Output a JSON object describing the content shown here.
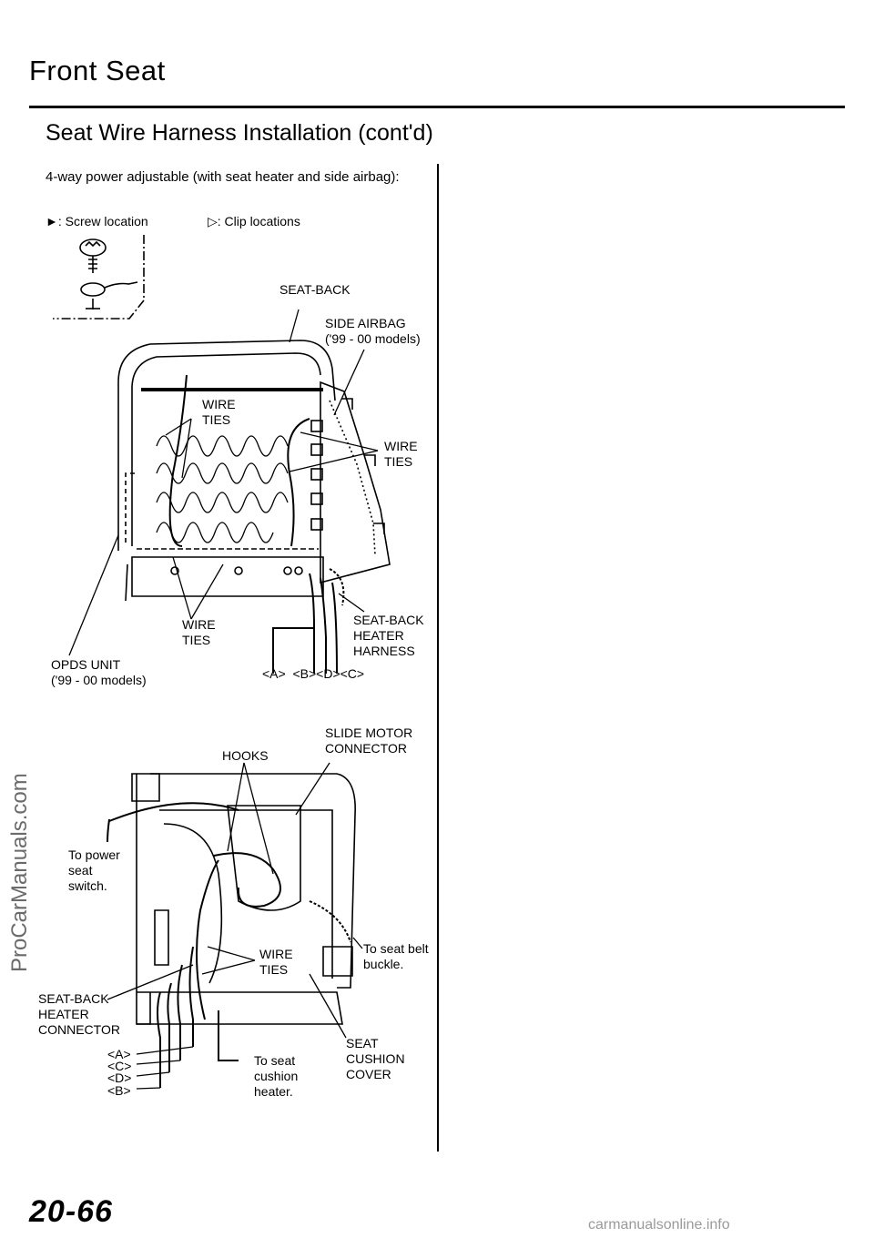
{
  "header": {
    "title": "Front Seat",
    "subtitle": "Seat Wire Harness Installation (cont'd)",
    "description": "4-way power adjustable (with seat heater and side airbag):"
  },
  "legend": {
    "screw": ": Screw location",
    "clip": ": Clip locations"
  },
  "upper_labels": {
    "seat_back": "SEAT-BACK",
    "side_airbag": "SIDE AIRBAG\n('99 - 00 models)",
    "wire_ties_top": "WIRE\nTIES",
    "wire_ties_right": "WIRE\nTIES",
    "wire_ties_bottom": "WIRE\nTIES",
    "seat_back_heater_harness": "SEAT-BACK\nHEATER\nHARNESS",
    "opds_unit": "OPDS UNIT\n('99 - 00 models)",
    "connectors": "<A>  <B><D><C>"
  },
  "lower_labels": {
    "hooks": "HOOKS",
    "slide_motor_connector": "SLIDE MOTOR\nCONNECTOR",
    "to_power_seat_switch": "To power\nseat\nswitch.",
    "wire_ties": "WIRE\nTIES",
    "to_seat_belt_buckle": "To seat belt\nbuckle.",
    "seat_back_heater_connector": "SEAT-BACK\nHEATER\nCONNECTOR",
    "connector_a": "<A>",
    "connector_c": "<C>",
    "connector_d": "<D>",
    "connector_b": "<B>",
    "to_seat_cushion_heater": "To seat\ncushion\nheater.",
    "seat_cushion_cover": "SEAT\nCUSHION\nCOVER"
  },
  "footer": {
    "page_number": "20-66",
    "watermark": "ProCarManuals.com",
    "site": "carmanualsonline.info"
  }
}
